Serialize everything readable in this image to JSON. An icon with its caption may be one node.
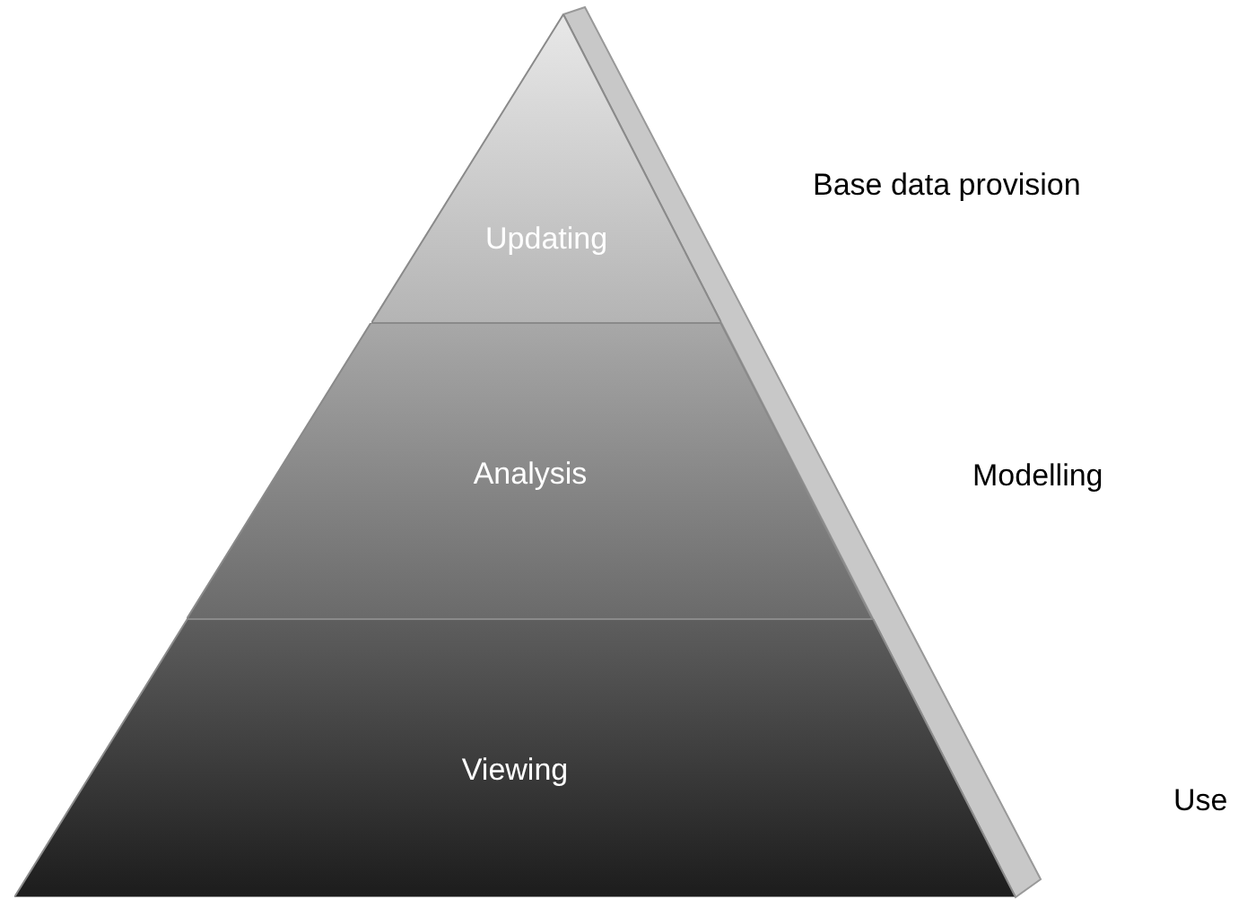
{
  "diagram": {
    "nodes": [
      {
        "text": [
          "Updating"
        ],
        "beside": [
          "Base data provision"
        ]
      },
      {
        "text": [
          "Analysis"
        ],
        "beside": [
          "Modelling"
        ]
      },
      {
        "text": [
          "Viewing"
        ]
      }
    ],
    "labels": [
      "Use"
    ]
  }
}
